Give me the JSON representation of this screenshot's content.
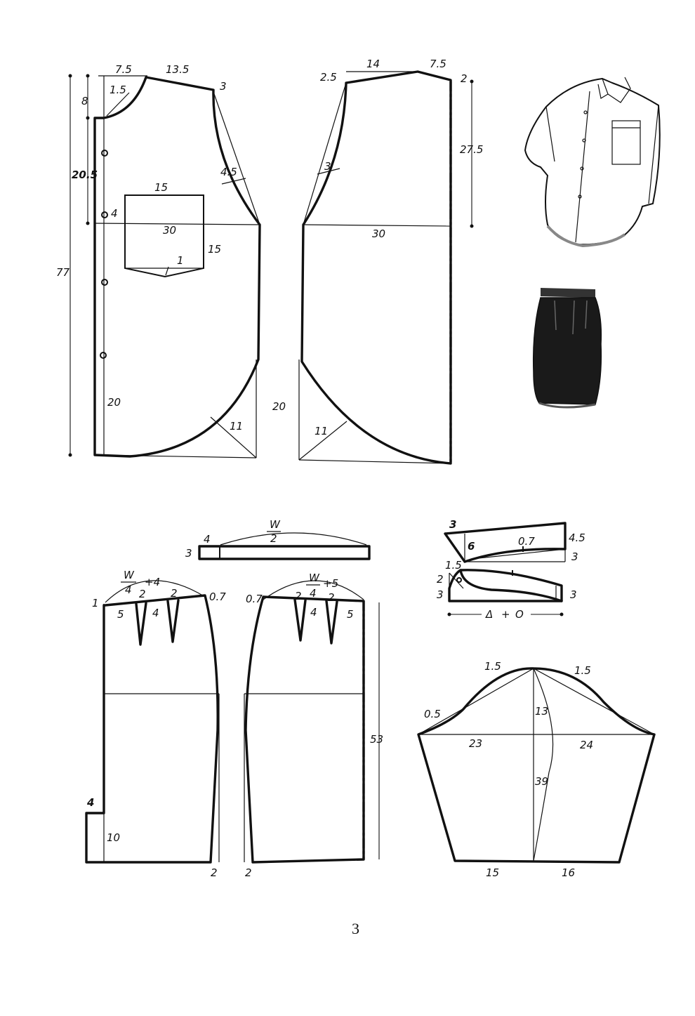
{
  "page_number": "3",
  "front_bodice": {
    "shoulder_left": "7.5",
    "shoulder_width": "13.5",
    "shoulder_drop": "3",
    "neck_depth": "8",
    "neck_curve": "1.5",
    "armhole_depth": "20.5",
    "armhole_curve": "4.5",
    "chest_offset": "4",
    "bust_width": "30",
    "pocket_width": "15",
    "pocket_height": "15",
    "pocket_point": "1",
    "total_length": "77",
    "hem_side": "20",
    "hem_curve": "11"
  },
  "back_bodice": {
    "neck_width": "14",
    "shoulder_right": "7.5",
    "neck_rise": "2.5",
    "shoulder_drop": "2",
    "armhole_depth": "27.5",
    "armhole_curve": "3",
    "bust_width": "30",
    "hem_side": "20",
    "hem_curve": "11"
  },
  "waistband": {
    "width_num": "W",
    "width_den": "2",
    "overlap": "4",
    "height": "3"
  },
  "front_skirt": {
    "waist_num": "W",
    "waist_den": "4",
    "waist_add": "+4",
    "waist_rise": "1",
    "side_rise": "0.7",
    "dart1_width": "2",
    "dart2_width": "2",
    "edge_dart": "5",
    "dart_gap": "4",
    "slit_width": "4",
    "slit_length": "10",
    "hem_taper": "2"
  },
  "back_skirt": {
    "waist_num": "W",
    "waist_den": "4",
    "waist_add": "+5",
    "side_rise": "0.7",
    "dart1_width": "2",
    "dart2_width": "2",
    "dart_gap": "4",
    "edge_dart": "5",
    "length": "53",
    "hem_taper": "2"
  },
  "collar": {
    "top_left": "3",
    "depth": "6",
    "curve": "0.7",
    "right_height": "4.5",
    "right_bottom": "3",
    "stand_curve": "1.5",
    "stand_front": "2",
    "stand_left": "3",
    "stand_right": "3",
    "stand_length_a": "Δ",
    "stand_length_plus": "+",
    "stand_length_b": "O"
  },
  "sleeve": {
    "cap_left_curve": "1.5",
    "cap_right_curve": "1.5",
    "cap_offset": "0.5",
    "cap_height": "13",
    "front_width": "23",
    "back_width": "24",
    "length": "39",
    "cuff_front": "15",
    "cuff_back": "16"
  }
}
